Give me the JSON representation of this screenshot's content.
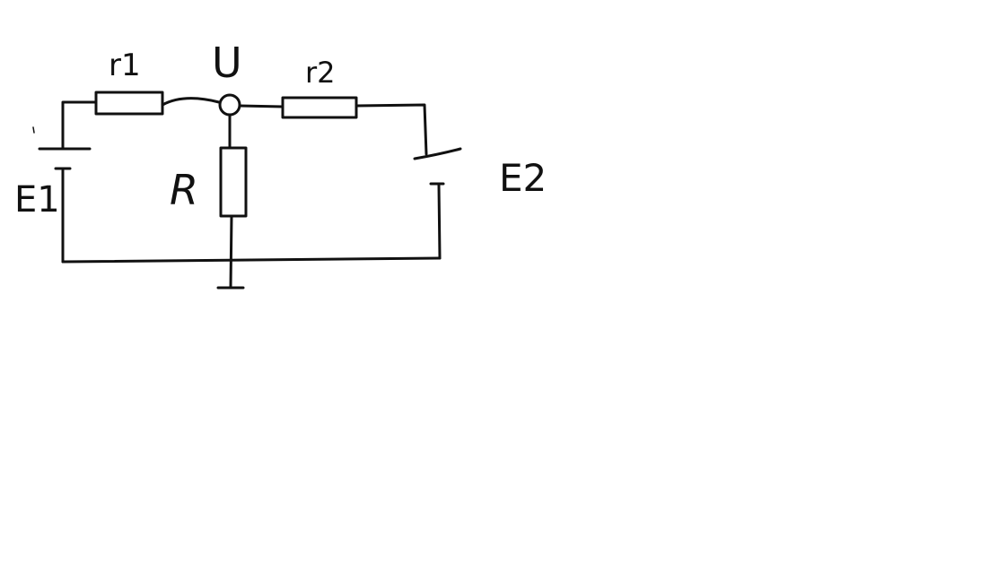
{
  "diagram": {
    "labels": {
      "r1": "r1",
      "u": "U",
      "r2": "r2",
      "r": "R",
      "e1": "E1",
      "e2": "E2"
    },
    "colors": {
      "ink": "#111111",
      "background": "#ffffff"
    }
  }
}
